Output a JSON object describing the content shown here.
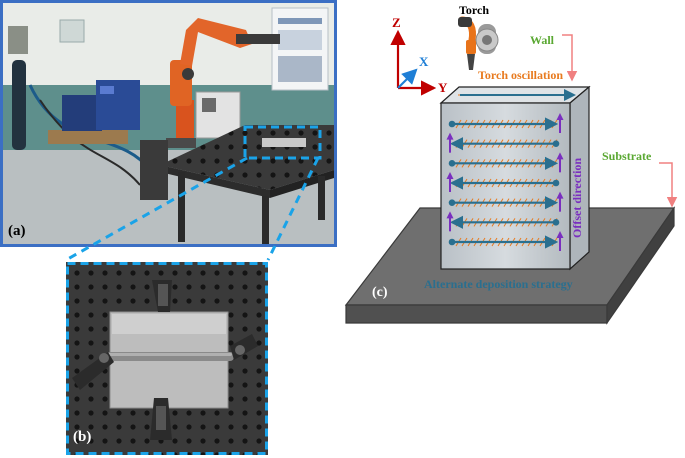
{
  "panel_labels": {
    "a": "(a)",
    "b": "(b)",
    "c": "(c)"
  },
  "axes": {
    "z": "Z",
    "x": "X",
    "y": "Y"
  },
  "labels": {
    "torch": "Torch",
    "wall": "Wall",
    "torch_oscillation": "Torch oscillation",
    "substrate": "Substrate",
    "offset_direction": "Offset direction",
    "alternate_deposition_strategy": "Alternate deposition strategy"
  },
  "colors": {
    "photo_frame": "#3b6fc4",
    "zoom_dashes": "#1aa3e8",
    "axis_z": "#c00000",
    "axis_y": "#c00000",
    "axis_x": "#1f7fd6",
    "torch_oscillation": "#e87a1e",
    "wall_label": "#5aa832",
    "substrate_label": "#5aa832",
    "pointer_arrows": "#f08080",
    "offset_direction": "#7a2fbf",
    "deposition_lines": "#2a6f8f",
    "bead_dots": "#2a6f8f",
    "wall_face": "#c7cdd2",
    "substrate_top": "#6f6f6f",
    "substrate_side": "#505050"
  },
  "deposition": {
    "pass_count": 7,
    "offset_arrow_count": 7
  }
}
